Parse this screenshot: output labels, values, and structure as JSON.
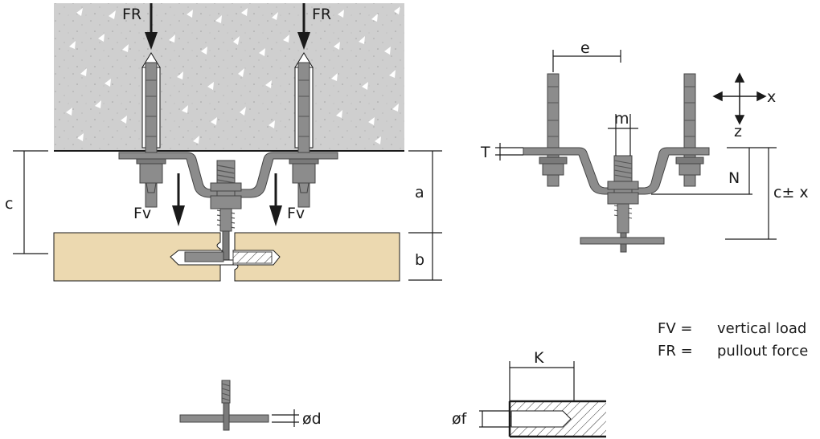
{
  "labels": {
    "fr_left": "FR",
    "fr_right": "FR",
    "fv_left": "Fv",
    "fv_right": "Fv",
    "dim_a": "a",
    "dim_b": "b",
    "dim_c": "c",
    "dim_e": "e",
    "dim_m": "m",
    "dim_t": "T",
    "dim_n": "N",
    "dim_cx": "c± x",
    "axis_x": "x",
    "axis_z": "z",
    "dim_d": "ød",
    "dim_f": "øf",
    "dim_k": "K"
  },
  "legend": [
    {
      "key": "FV =",
      "value": "vertical load"
    },
    {
      "key": "FR =",
      "value": "pullout force"
    }
  ],
  "colors": {
    "concrete": "#cfcfcf",
    "steel": "#8c8c8c",
    "steel_dark": "#555555",
    "wood": "#ecd9b0",
    "line": "#1a1a1a"
  }
}
